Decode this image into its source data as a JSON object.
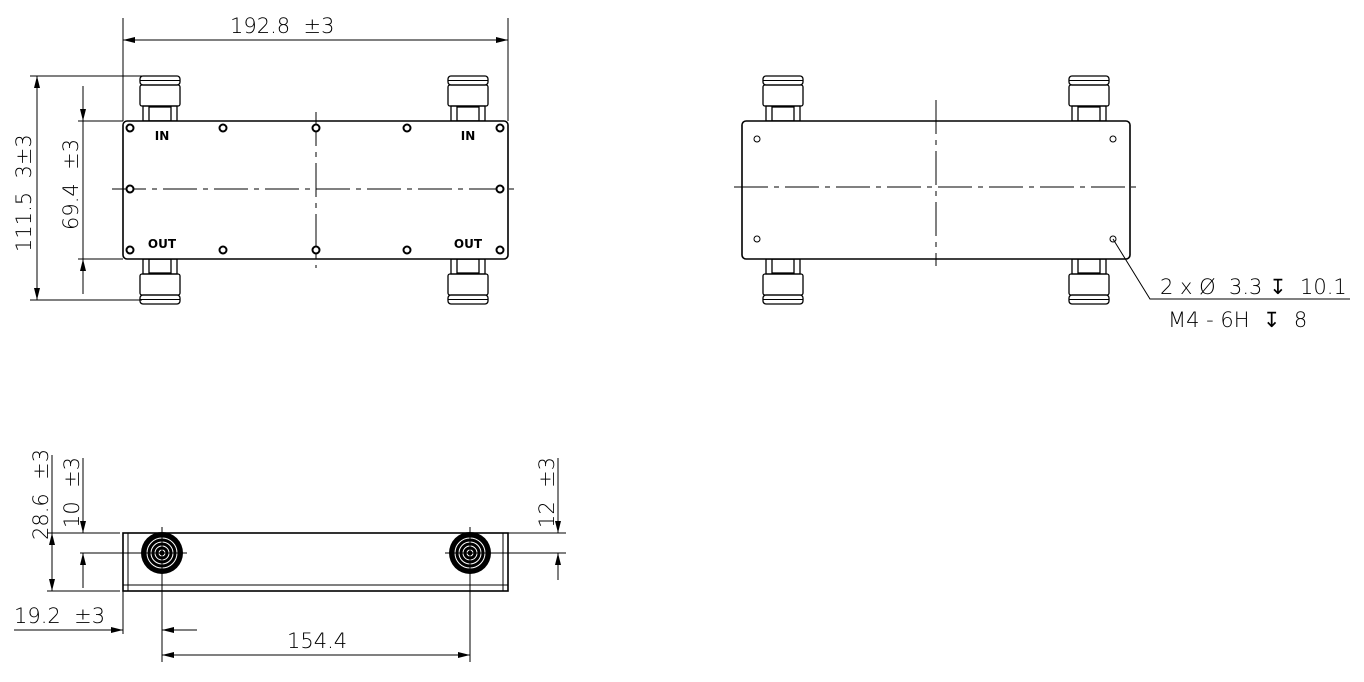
{
  "top_view": {
    "width_dim": "192.8  ±3",
    "overall_height_dim": "111.5  3±3",
    "body_height_dim": "69.4  ±3",
    "port_labels": [
      "IN",
      "IN",
      "OUT",
      "OUT"
    ]
  },
  "rear_view": {
    "hole_callout_line1": "2 x Ø  3.3 ↧  10.1",
    "hole_callout_line2": "M4 - 6H  ↧  8"
  },
  "side_view": {
    "height_dim": "28.6  ±3",
    "connector_offset_dim": "10  ±3",
    "right_offset_dim": "12  ±3",
    "left_edge_dim": "19.2  ±3",
    "connector_spacing_dim": "154.4"
  }
}
